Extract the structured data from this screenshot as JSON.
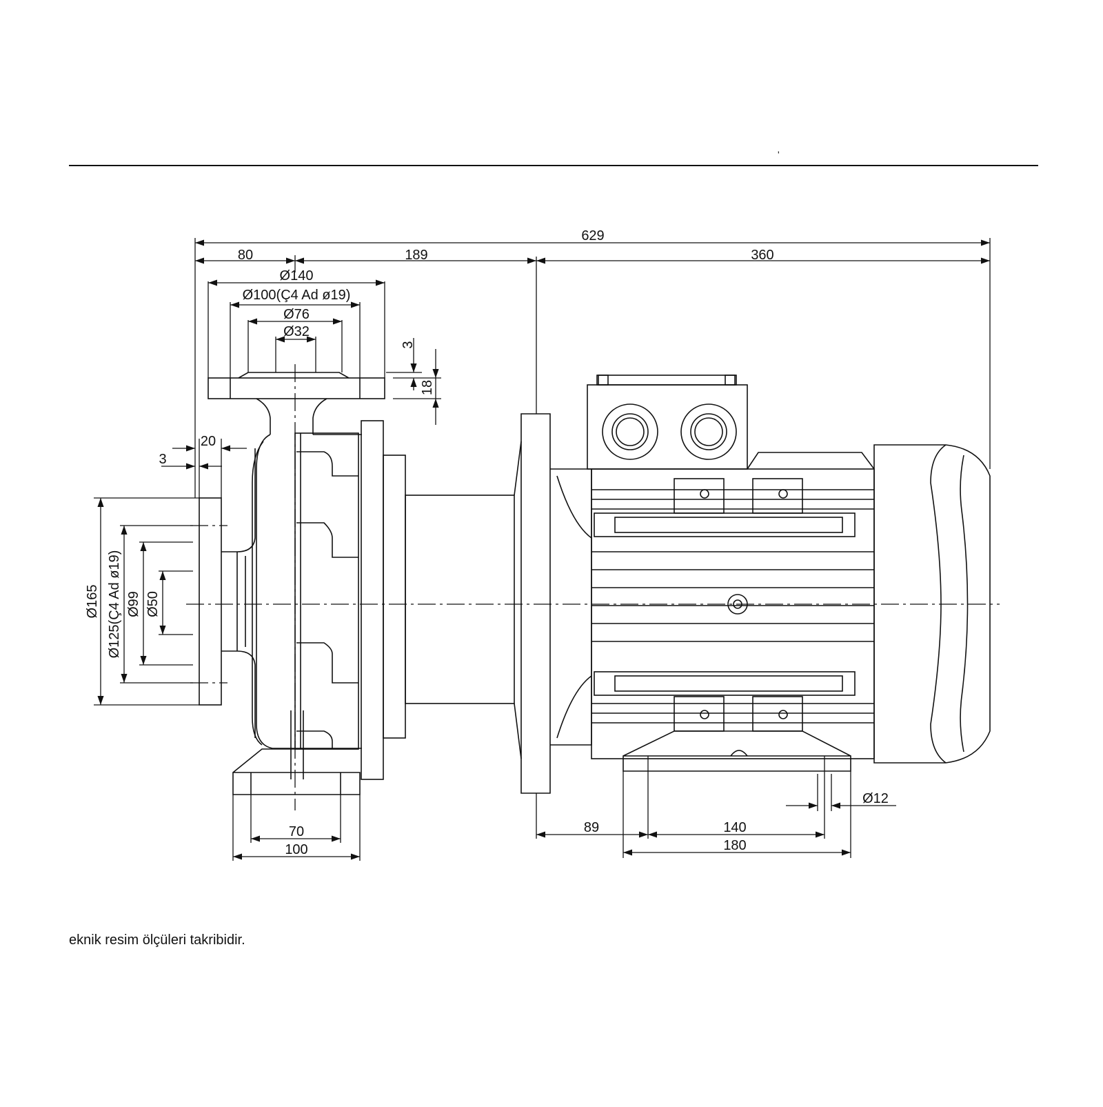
{
  "drawing": {
    "header_mark": "'",
    "note": "eknik resim ölçüleri takribidir."
  },
  "dimensions": {
    "overall_length": "629",
    "pump_offset": "80",
    "pump_to_motor": "189",
    "motor_length": "360",
    "flange_od_top": "Ø140",
    "bolt_circle_top": "Ø100(Ç4 Ad ø19)",
    "raised_face_top": "Ø76",
    "bore_top": "Ø32",
    "flange_gap_top": "3",
    "flange_thickness_top": "18",
    "flange_thickness_side": "20",
    "flange_gap_side": "3",
    "flange_od_side": "Ø165",
    "bolt_circle_side": "Ø125(Ç4 Ad ø19)",
    "raised_face_side": "Ø99",
    "bore_side": "Ø50",
    "pump_foot_inner": "70",
    "pump_foot_outer": "100",
    "motor_foot_offset": "89",
    "motor_foot_inner": "140",
    "motor_foot_outer": "180",
    "motor_foot_hole": "Ø12"
  }
}
